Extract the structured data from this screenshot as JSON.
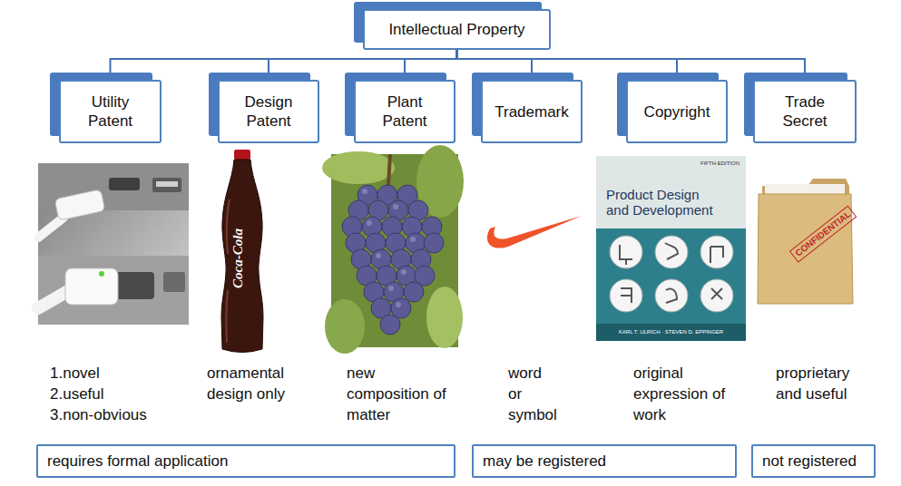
{
  "diagram": {
    "nodes": [
      {
        "text": [
          "Intellectual Property"
        ]
      },
      {
        "text": [
          "Utility Patent"
        ]
      },
      {
        "text": [
          "Design Patent"
        ]
      },
      {
        "text": [
          "Plant Patent"
        ]
      },
      {
        "text": [
          "Trademark"
        ]
      },
      {
        "text": [
          "Copyright"
        ]
      },
      {
        "text": [
          "Trade Secret"
        ]
      },
      {
        "text": [
          "requires formal application"
        ]
      },
      {
        "text": [
          "may be registered"
        ]
      },
      {
        "text": [
          "not registered"
        ]
      }
    ],
    "edges": [
      {
        "from": 0,
        "to": 1,
        "arrow": "none"
      },
      {
        "from": 0,
        "to": 2,
        "arrow": "none"
      },
      {
        "from": 0,
        "to": 3,
        "arrow": "none"
      },
      {
        "from": 0,
        "to": 4,
        "arrow": "none"
      },
      {
        "from": 0,
        "to": 5,
        "arrow": "none"
      },
      {
        "from": 0,
        "to": 6,
        "arrow": "none"
      }
    ],
    "labels": [
      "Coca-Cola",
      "FIFTH EDITION",
      "Product Design and Development",
      "KARL T. ULRICH · STEVEN D. EPPINGER",
      "CONFIDENTIAL",
      "1.novel",
      "2.useful",
      "3.non-obvious",
      "ornamental design only",
      "new composition of matter",
      "word or symbol",
      "original expression of work",
      "proprietary and useful"
    ]
  }
}
